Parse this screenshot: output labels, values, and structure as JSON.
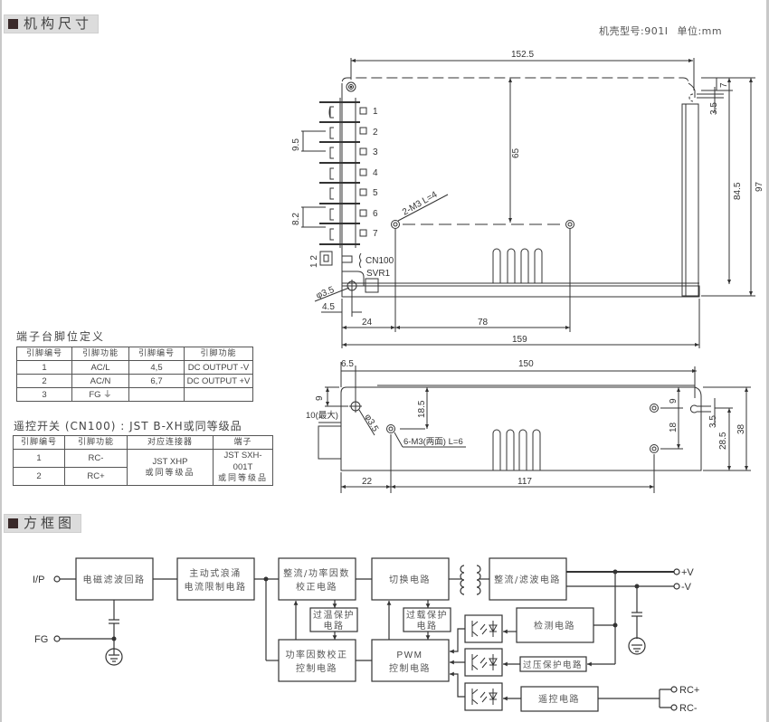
{
  "section_mechanical": {
    "title": "机构尺寸"
  },
  "meta": {
    "case_label": "机壳型号:901I",
    "unit_label": "单位:mm"
  },
  "top_view": {
    "dims": {
      "overall_length": "152.5",
      "hole_offset_vertical": "65",
      "height_inner": "84.5",
      "height_total": "97",
      "slot_top": "7",
      "slot_width": "3.5",
      "pitch_a": "9.5",
      "pitch_b": "8.2",
      "hole_spec": "2-M3 L=4",
      "hole_dia": "φ3.5",
      "edge_offset": "4.5",
      "hole_x1": "24",
      "hole_span": "78",
      "length_total": "159"
    },
    "terminals": [
      "1",
      "2",
      "3",
      "4",
      "5",
      "6",
      "7"
    ],
    "connector_pins": "1 2",
    "connector_label": "CN100",
    "trim_label": "SVR1"
  },
  "side_view": {
    "dims": {
      "offset_left": "6.5",
      "length": "150",
      "hole_top": "9",
      "protrusion": "10(最大)",
      "hole_dia": "φ3.5",
      "hole_depth": "18.5",
      "hole_spec": "6-M3(两面) L=6",
      "right_hole_top": "9",
      "right_hole_span": "18",
      "slot_width": "3.5",
      "slot_height": "28.5",
      "height_total": "38",
      "left_offset": "22",
      "hole_span": "117"
    }
  },
  "terminal_table": {
    "title": "端子台脚位定义",
    "headers": [
      "引脚编号",
      "引脚功能",
      "引脚编号",
      "引脚功能"
    ],
    "rows": [
      [
        "1",
        "AC/L",
        "4,5",
        "DC OUTPUT -V"
      ],
      [
        "2",
        "AC/N",
        "6,7",
        "DC OUTPUT +V"
      ],
      [
        "3",
        "FG ⏚",
        "",
        ""
      ]
    ]
  },
  "remote_table": {
    "title": "遥控开关 (CN100) : JST B-XH或同等级品",
    "headers": [
      "引脚编号",
      "引脚功能",
      "对应连接器",
      "端子"
    ],
    "rows": [
      [
        "1",
        "RC-"
      ],
      [
        "2",
        "RC+"
      ]
    ],
    "connector": [
      "JST XHP",
      "或同等级品"
    ],
    "terminal": [
      "JST SXH-001T",
      "或同等级品"
    ]
  },
  "section_block": {
    "title": "方框图"
  },
  "block_diagram": {
    "inputs": {
      "ip": "I/P",
      "fg": "FG"
    },
    "outputs": {
      "pos": "+V",
      "neg": "-V",
      "rc_pos": "RC+",
      "rc_neg": "RC-"
    },
    "blocks": {
      "emi": "电磁滤波回路",
      "inrush": [
        "主动式浪涌",
        "电流限制电路"
      ],
      "rect_pfc": [
        "整流/功率因数",
        "校正电路"
      ],
      "switch": "切换电路",
      "rect_filter": "整流/滤波电路",
      "otp": [
        "过温保护",
        "电路"
      ],
      "olp": [
        "过载保护",
        "电路"
      ],
      "pfc_ctrl": [
        "功率因数校正",
        "控制电路"
      ],
      "pwm": [
        "PWM",
        "控制电路"
      ],
      "detect": "检测电路",
      "ovp": "过压保护电路",
      "remote": "遥控电路"
    }
  }
}
